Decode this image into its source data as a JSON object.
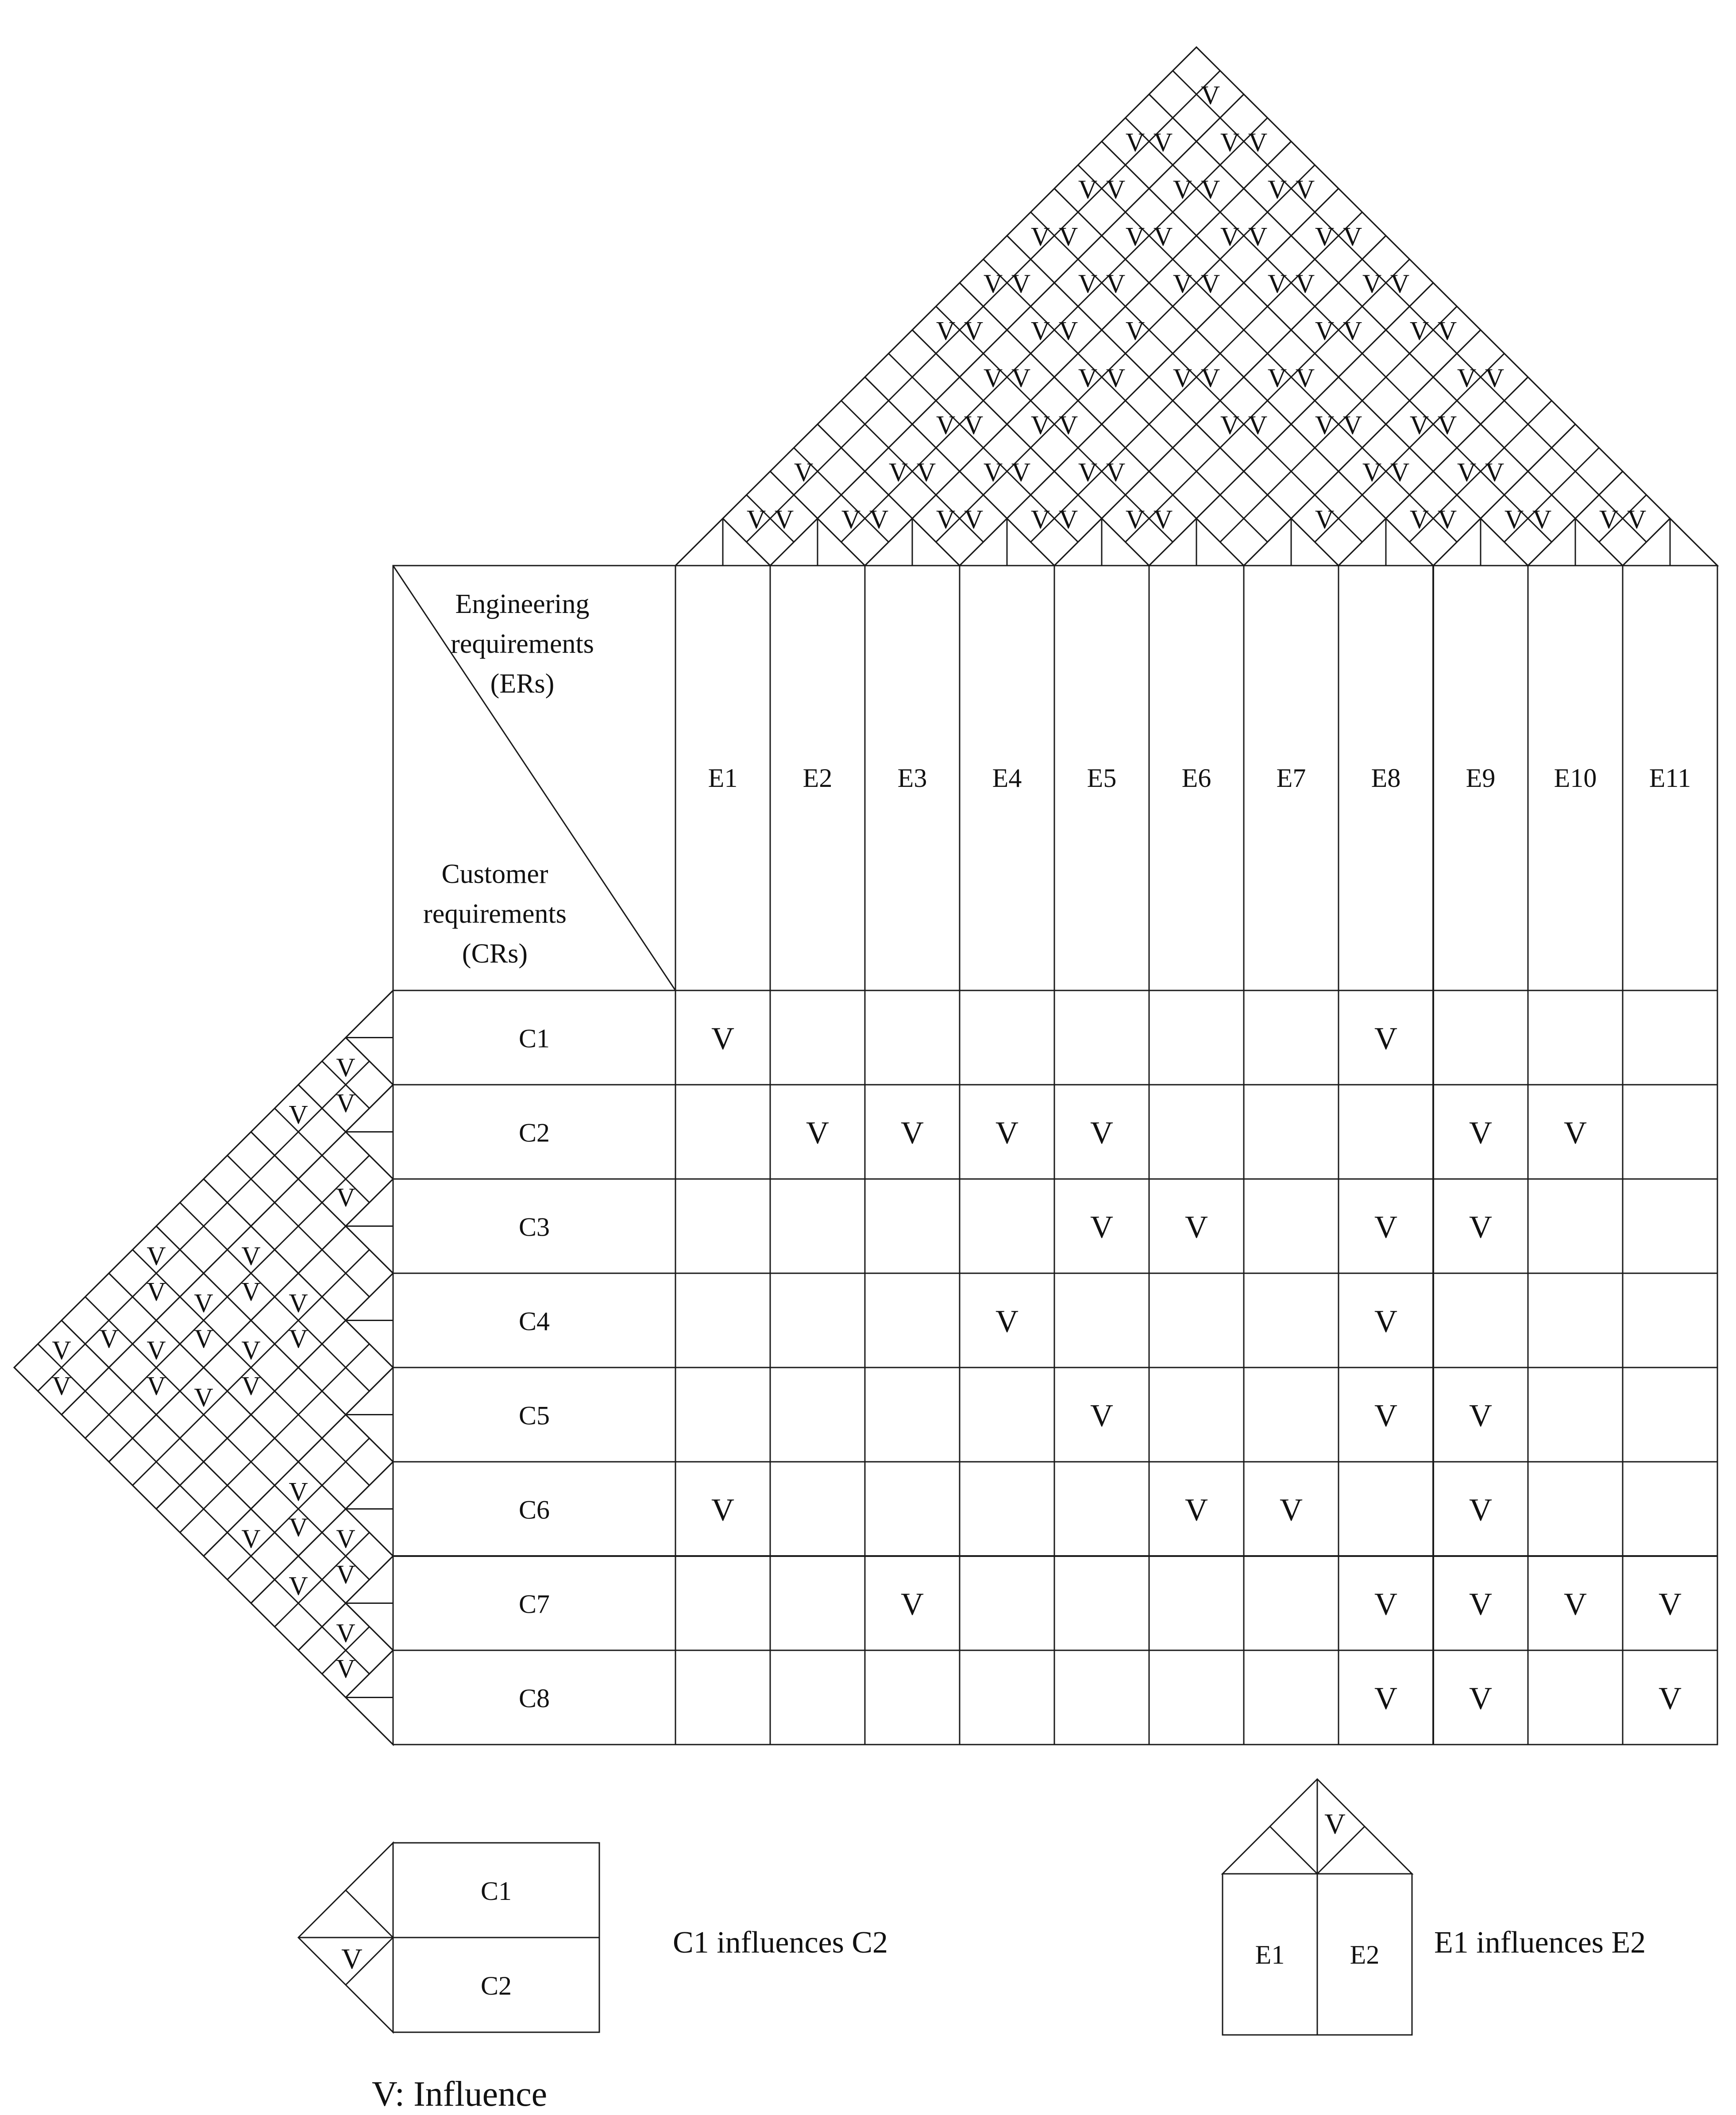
{
  "header": {
    "engineering_label": [
      "Engineering",
      "requirements",
      "(ERs)"
    ],
    "customer_label": [
      "Customer",
      "requirements",
      "(CRs)"
    ]
  },
  "columns": [
    "E1",
    "E2",
    "E3",
    "E4",
    "E5",
    "E6",
    "E7",
    "E8",
    "E9",
    "E10",
    "E11"
  ],
  "rows": [
    "C1",
    "C2",
    "C3",
    "C4",
    "C5",
    "C6",
    "C7",
    "C8"
  ],
  "mark_symbol": "V",
  "relationship_matrix": [
    [
      1,
      0,
      0,
      0,
      0,
      0,
      0,
      1,
      0,
      0,
      0
    ],
    [
      0,
      1,
      1,
      1,
      1,
      0,
      0,
      0,
      1,
      1,
      0
    ],
    [
      0,
      0,
      0,
      0,
      1,
      1,
      0,
      1,
      1,
      0,
      0
    ],
    [
      0,
      0,
      0,
      1,
      0,
      0,
      0,
      1,
      0,
      0,
      0
    ],
    [
      0,
      0,
      0,
      0,
      1,
      0,
      0,
      1,
      1,
      0,
      0
    ],
    [
      1,
      0,
      0,
      0,
      0,
      1,
      1,
      0,
      1,
      0,
      0
    ],
    [
      0,
      0,
      1,
      0,
      0,
      0,
      0,
      1,
      1,
      1,
      1
    ],
    [
      0,
      0,
      0,
      0,
      0,
      0,
      0,
      1,
      1,
      0,
      1
    ]
  ],
  "roof_marks": [
    {
      "i": 1,
      "j": 2,
      "dir": "row_to_col"
    },
    {
      "i": 1,
      "j": 2,
      "dir": "col_to_row"
    },
    {
      "i": 2,
      "j": 3,
      "dir": "row_to_col"
    },
    {
      "i": 2,
      "j": 3,
      "dir": "col_to_row"
    },
    {
      "i": 3,
      "j": 4,
      "dir": "row_to_col"
    },
    {
      "i": 3,
      "j": 4,
      "dir": "col_to_row"
    },
    {
      "i": 4,
      "j": 5,
      "dir": "row_to_col"
    },
    {
      "i": 4,
      "j": 5,
      "dir": "col_to_row"
    },
    {
      "i": 5,
      "j": 6,
      "dir": "row_to_col"
    },
    {
      "i": 5,
      "j": 6,
      "dir": "col_to_row"
    },
    {
      "i": 7,
      "j": 8,
      "dir": "row_to_col"
    },
    {
      "i": 8,
      "j": 9,
      "dir": "row_to_col"
    },
    {
      "i": 8,
      "j": 9,
      "dir": "col_to_row"
    },
    {
      "i": 9,
      "j": 10,
      "dir": "row_to_col"
    },
    {
      "i": 9,
      "j": 10,
      "dir": "col_to_row"
    },
    {
      "i": 10,
      "j": 11,
      "dir": "row_to_col"
    },
    {
      "i": 10,
      "j": 11,
      "dir": "col_to_row"
    },
    {
      "i": 1,
      "j": 3,
      "dir": "row_to_col"
    },
    {
      "i": 2,
      "j": 4,
      "dir": "row_to_col"
    },
    {
      "i": 2,
      "j": 4,
      "dir": "col_to_row"
    },
    {
      "i": 3,
      "j": 5,
      "dir": "row_to_col"
    },
    {
      "i": 3,
      "j": 5,
      "dir": "col_to_row"
    },
    {
      "i": 4,
      "j": 6,
      "dir": "row_to_col"
    },
    {
      "i": 4,
      "j": 6,
      "dir": "col_to_row"
    },
    {
      "i": 7,
      "j": 9,
      "dir": "row_to_col"
    },
    {
      "i": 7,
      "j": 9,
      "dir": "col_to_row"
    },
    {
      "i": 8,
      "j": 10,
      "dir": "row_to_col"
    },
    {
      "i": 8,
      "j": 10,
      "dir": "col_to_row"
    },
    {
      "i": 2,
      "j": 5,
      "dir": "row_to_col"
    },
    {
      "i": 2,
      "j": 5,
      "dir": "col_to_row"
    },
    {
      "i": 3,
      "j": 6,
      "dir": "row_to_col"
    },
    {
      "i": 3,
      "j": 6,
      "dir": "col_to_row"
    },
    {
      "i": 5,
      "j": 8,
      "dir": "row_to_col"
    },
    {
      "i": 5,
      "j": 8,
      "dir": "col_to_row"
    },
    {
      "i": 6,
      "j": 9,
      "dir": "row_to_col"
    },
    {
      "i": 6,
      "j": 9,
      "dir": "col_to_row"
    },
    {
      "i": 7,
      "j": 10,
      "dir": "row_to_col"
    },
    {
      "i": 7,
      "j": 10,
      "dir": "col_to_row"
    },
    {
      "i": 2,
      "j": 6,
      "dir": "row_to_col"
    },
    {
      "i": 2,
      "j": 6,
      "dir": "col_to_row"
    },
    {
      "i": 3,
      "j": 7,
      "dir": "row_to_col"
    },
    {
      "i": 3,
      "j": 7,
      "dir": "col_to_row"
    },
    {
      "i": 4,
      "j": 8,
      "dir": "row_to_col"
    },
    {
      "i": 4,
      "j": 8,
      "dir": "col_to_row"
    },
    {
      "i": 5,
      "j": 9,
      "dir": "row_to_col"
    },
    {
      "i": 5,
      "j": 9,
      "dir": "col_to_row"
    },
    {
      "i": 7,
      "j": 11,
      "dir": "row_to_col"
    },
    {
      "i": 7,
      "j": 11,
      "dir": "col_to_row"
    },
    {
      "i": 1,
      "j": 6,
      "dir": "row_to_col"
    },
    {
      "i": 1,
      "j": 6,
      "dir": "col_to_row"
    },
    {
      "i": 2,
      "j": 7,
      "dir": "row_to_col"
    },
    {
      "i": 2,
      "j": 7,
      "dir": "col_to_row"
    },
    {
      "i": 3,
      "j": 8,
      "dir": "row_to_col"
    },
    {
      "i": 5,
      "j": 10,
      "dir": "row_to_col"
    },
    {
      "i": 5,
      "j": 10,
      "dir": "col_to_row"
    },
    {
      "i": 6,
      "j": 11,
      "dir": "row_to_col"
    },
    {
      "i": 6,
      "j": 11,
      "dir": "col_to_row"
    },
    {
      "i": 1,
      "j": 7,
      "dir": "row_to_col"
    },
    {
      "i": 1,
      "j": 7,
      "dir": "col_to_row"
    },
    {
      "i": 2,
      "j": 8,
      "dir": "row_to_col"
    },
    {
      "i": 2,
      "j": 8,
      "dir": "col_to_row"
    },
    {
      "i": 3,
      "j": 9,
      "dir": "row_to_col"
    },
    {
      "i": 3,
      "j": 9,
      "dir": "col_to_row"
    },
    {
      "i": 4,
      "j": 10,
      "dir": "row_to_col"
    },
    {
      "i": 4,
      "j": 10,
      "dir": "col_to_row"
    },
    {
      "i": 5,
      "j": 11,
      "dir": "row_to_col"
    },
    {
      "i": 5,
      "j": 11,
      "dir": "col_to_row"
    },
    {
      "i": 1,
      "j": 8,
      "dir": "row_to_col"
    },
    {
      "i": 1,
      "j": 8,
      "dir": "col_to_row"
    },
    {
      "i": 2,
      "j": 9,
      "dir": "row_to_col"
    },
    {
      "i": 2,
      "j": 9,
      "dir": "col_to_row"
    },
    {
      "i": 3,
      "j": 10,
      "dir": "row_to_col"
    },
    {
      "i": 3,
      "j": 10,
      "dir": "col_to_row"
    },
    {
      "i": 4,
      "j": 11,
      "dir": "row_to_col"
    },
    {
      "i": 4,
      "j": 11,
      "dir": "col_to_row"
    },
    {
      "i": 1,
      "j": 9,
      "dir": "row_to_col"
    },
    {
      "i": 1,
      "j": 9,
      "dir": "col_to_row"
    },
    {
      "i": 2,
      "j": 10,
      "dir": "row_to_col"
    },
    {
      "i": 2,
      "j": 10,
      "dir": "col_to_row"
    },
    {
      "i": 3,
      "j": 11,
      "dir": "row_to_col"
    },
    {
      "i": 3,
      "j": 11,
      "dir": "col_to_row"
    },
    {
      "i": 1,
      "j": 10,
      "dir": "row_to_col"
    },
    {
      "i": 1,
      "j": 10,
      "dir": "col_to_row"
    },
    {
      "i": 2,
      "j": 11,
      "dir": "row_to_col"
    },
    {
      "i": 2,
      "j": 11,
      "dir": "col_to_row"
    },
    {
      "i": 1,
      "j": 11,
      "dir": "col_to_row"
    }
  ],
  "side_marks": [
    {
      "i": 1,
      "j": 2,
      "dir": "top_to_bottom"
    },
    {
      "i": 1,
      "j": 2,
      "dir": "bottom_to_top"
    },
    {
      "i": 2,
      "j": 3,
      "dir": "bottom_to_top"
    },
    {
      "i": 6,
      "j": 7,
      "dir": "top_to_bottom"
    },
    {
      "i": 6,
      "j": 7,
      "dir": "bottom_to_top"
    },
    {
      "i": 7,
      "j": 8,
      "dir": "top_to_bottom"
    },
    {
      "i": 7,
      "j": 8,
      "dir": "bottom_to_top"
    },
    {
      "i": 1,
      "j": 3,
      "dir": "top_to_bottom"
    },
    {
      "i": 3,
      "j": 5,
      "dir": "top_to_bottom"
    },
    {
      "i": 3,
      "j": 5,
      "dir": "bottom_to_top"
    },
    {
      "i": 5,
      "j": 7,
      "dir": "top_to_bottom"
    },
    {
      "i": 5,
      "j": 7,
      "dir": "bottom_to_top"
    },
    {
      "i": 6,
      "j": 8,
      "dir": "top_to_bottom"
    },
    {
      "i": 2,
      "j": 5,
      "dir": "top_to_bottom"
    },
    {
      "i": 2,
      "j": 5,
      "dir": "bottom_to_top"
    },
    {
      "i": 3,
      "j": 6,
      "dir": "top_to_bottom"
    },
    {
      "i": 3,
      "j": 6,
      "dir": "bottom_to_top"
    },
    {
      "i": 5,
      "j": 8,
      "dir": "top_to_bottom"
    },
    {
      "i": 2,
      "j": 6,
      "dir": "top_to_bottom"
    },
    {
      "i": 2,
      "j": 6,
      "dir": "bottom_to_top"
    },
    {
      "i": 3,
      "j": 7,
      "dir": "top_to_bottom"
    },
    {
      "i": 1,
      "j": 6,
      "dir": "top_to_bottom"
    },
    {
      "i": 1,
      "j": 6,
      "dir": "bottom_to_top"
    },
    {
      "i": 2,
      "j": 7,
      "dir": "top_to_bottom"
    },
    {
      "i": 2,
      "j": 7,
      "dir": "bottom_to_top"
    },
    {
      "i": 1,
      "j": 7,
      "dir": "bottom_to_top"
    },
    {
      "i": 1,
      "j": 8,
      "dir": "top_to_bottom"
    },
    {
      "i": 1,
      "j": 8,
      "dir": "bottom_to_top"
    }
  ],
  "legend": {
    "customer_example": {
      "top": "C1",
      "bottom": "C2",
      "caption": "C1 influences C2"
    },
    "engineering_example": {
      "left": "E1",
      "right": "E2",
      "caption": "E1 influences E2"
    },
    "key": "V: Influence"
  }
}
